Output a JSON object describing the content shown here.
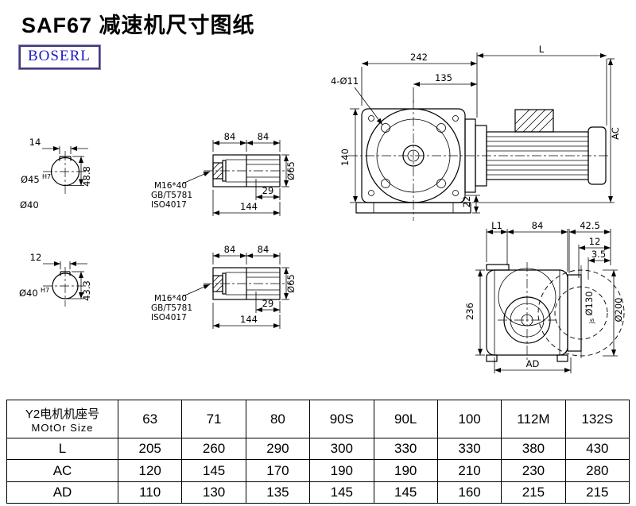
{
  "title": "SAF67 减速机尺寸图纸",
  "logo": "BOSERL",
  "views": {
    "main": {
      "dim_242": "242",
      "dim_l": "L",
      "dim_135": "135",
      "holes_note": "4-Ø11",
      "dim_140": "140",
      "dim_22": "22",
      "dim_ac": "AC"
    },
    "section_top": {
      "dim_key_width": "14",
      "bore": "Ø45",
      "bore_tol": "H7",
      "dim_key_height": "48.8",
      "shaft_dia": "Ø40"
    },
    "section_bottom": {
      "dim_key_width": "12",
      "bore": "Ø40",
      "bore_tol": "H7",
      "dim_key_height": "43.3"
    },
    "shaft_top": {
      "dim_84_left": "84",
      "dim_84_right": "84",
      "dim_29": "29",
      "dim_144": "144",
      "dim_dia": "Ø65",
      "bolt_note_line1": "M16*40",
      "bolt_note_line2": "GB/T5781",
      "bolt_note_line3": "ISO4017"
    },
    "shaft_bottom": {
      "dim_84_left": "84",
      "dim_84_right": "84",
      "dim_29": "29",
      "dim_144": "144",
      "dim_dia": "Ø65",
      "bolt_note_line1": "M16*40",
      "bolt_note_line2": "GB/T5781",
      "bolt_note_line3": "ISO4017"
    },
    "side": {
      "dim_l1": "L1",
      "dim_84": "84",
      "dim_42_5": "42.5",
      "dim_12": "12",
      "dim_3_5": "3.5",
      "dim_236": "236",
      "dia_130": "Ø130",
      "dia_130_tol": "js",
      "dia_200": "Ø200",
      "dim_ad": "AD"
    }
  },
  "table": {
    "rows": [
      {
        "label": "Y2电机机座号",
        "label2": "MOtOr Size",
        "values": [
          "63",
          "71",
          "80",
          "90S",
          "90L",
          "100",
          "112M",
          "132S"
        ]
      },
      {
        "label": "L",
        "label2": "",
        "values": [
          "205",
          "260",
          "290",
          "300",
          "330",
          "330",
          "380",
          "430"
        ]
      },
      {
        "label": "AC",
        "label2": "",
        "values": [
          "120",
          "145",
          "170",
          "190",
          "190",
          "210",
          "230",
          "280"
        ]
      },
      {
        "label": "AD",
        "label2": "",
        "values": [
          "110",
          "130",
          "135",
          "145",
          "145",
          "160",
          "215",
          "215"
        ]
      }
    ]
  }
}
